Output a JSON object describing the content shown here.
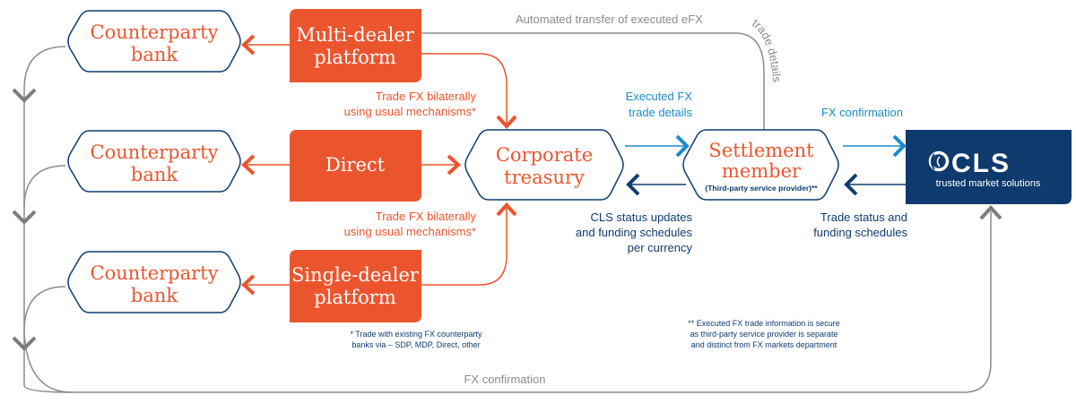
{
  "colors": {
    "orange": "#EB552E",
    "navy": "#0F3C70",
    "blue": "#1A8CCB",
    "gray": "#8C8C8C",
    "cls_bg": "#0E3A6E"
  },
  "nodes": {
    "counterparty_bank_1": {
      "line1": "Counterparty",
      "line2": "bank"
    },
    "counterparty_bank_2": {
      "line1": "Counterparty",
      "line2": "bank"
    },
    "counterparty_bank_3": {
      "line1": "Counterparty",
      "line2": "bank"
    },
    "multi_dealer": {
      "line1": "Multi-dealer",
      "line2": "platform"
    },
    "direct": {
      "line1": "Direct"
    },
    "single_dealer": {
      "line1": "Single-dealer",
      "line2": "platform"
    },
    "corporate_treasury": {
      "line1": "Corporate",
      "line2": "treasury"
    },
    "settlement_member": {
      "line1": "Settlement",
      "line2": "member",
      "sub": "(Third-party service provider)**"
    },
    "cls": {
      "logo": "CLS",
      "tagline": "trusted market solutions"
    }
  },
  "labels": {
    "automated_transfer": "Automated transfer of executed eFX",
    "automated_transfer_curve": "trade details",
    "trade_fx_1": {
      "line1": "Trade FX bilaterally",
      "line2": "using usual mechanisms*"
    },
    "trade_fx_2": {
      "line1": "Trade FX bilaterally",
      "line2": "using usual mechanisms*"
    },
    "executed_fx": {
      "line1": "Executed FX",
      "line2": "trade details"
    },
    "fx_confirmation_top": "FX confirmation",
    "cls_status": {
      "line1": "CLS status updates",
      "line2": "and funding schedules",
      "line3": "per currency"
    },
    "trade_status": {
      "line1": "Trade status and",
      "line2": "funding schedules"
    },
    "fx_confirmation_bottom": "FX confirmation"
  },
  "footnotes": {
    "single": {
      "line1": "* Trade with existing FX counterparty",
      "line2": "banks via – SDP, MDP, Direct, other"
    },
    "double": {
      "line1": "** Executed FX trade information is secure",
      "line2": "as third-party service provider is separate",
      "line3": "and distinct from FX markets department"
    }
  }
}
